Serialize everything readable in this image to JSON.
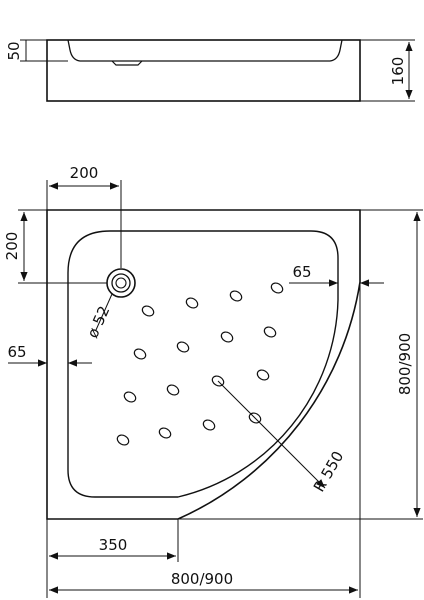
{
  "colors": {
    "line": "#111111",
    "background": "#ffffff"
  },
  "side_view": {
    "depth_label": "50",
    "height_label": "160"
  },
  "top_view": {
    "offset_top_label": "200",
    "offset_left_label": "200",
    "drain_label": "ø 52",
    "rim_right_label": "65",
    "rim_left_label": "65",
    "radius_label": "R 550",
    "width_label": "800/900",
    "depth_label": "800/900",
    "straight_edge_label": "350"
  }
}
